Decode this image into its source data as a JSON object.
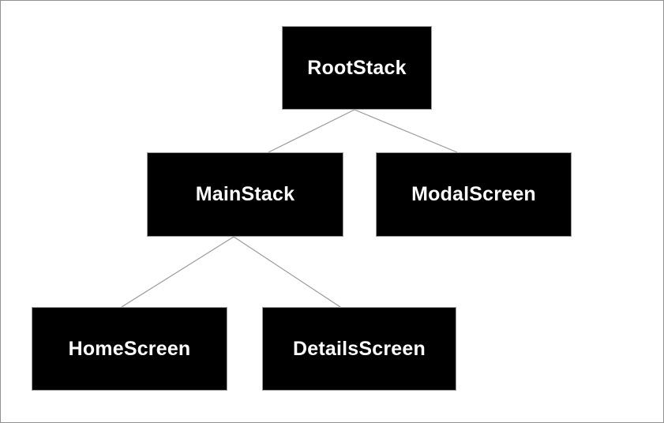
{
  "diagram": {
    "type": "flowchart-tree",
    "orientation": "top-down",
    "nodes": [
      {
        "id": "RootStack",
        "label": "RootStack"
      },
      {
        "id": "MainStack",
        "label": "MainStack"
      },
      {
        "id": "ModalScreen",
        "label": "ModalScreen"
      },
      {
        "id": "HomeScreen",
        "label": "HomeScreen"
      },
      {
        "id": "DetailsScreen",
        "label": "DetailsScreen"
      }
    ],
    "edges": [
      {
        "from": "RootStack",
        "to": "MainStack"
      },
      {
        "from": "RootStack",
        "to": "ModalScreen"
      },
      {
        "from": "MainStack",
        "to": "HomeScreen"
      },
      {
        "from": "MainStack",
        "to": "DetailsScreen"
      }
    ],
    "colors": {
      "node_fill": "#000000",
      "node_border": "#999999",
      "node_text": "#ffffff",
      "edge": "#999999",
      "background": "#ffffff",
      "canvas_border": "#919191"
    }
  }
}
